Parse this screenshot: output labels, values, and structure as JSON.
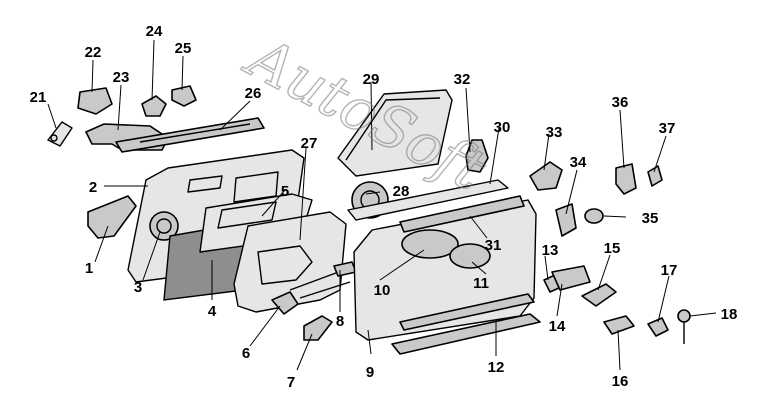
{
  "diagram": {
    "callouts": [
      "1",
      "2",
      "3",
      "4",
      "5",
      "6",
      "7",
      "8",
      "9",
      "10",
      "11",
      "12",
      "13",
      "14",
      "15",
      "16",
      "17",
      "18",
      "21",
      "22",
      "23",
      "24",
      "25",
      "26",
      "27",
      "28",
      "29",
      "30",
      "31",
      "32",
      "33",
      "34",
      "35",
      "36",
      "37"
    ]
  },
  "watermark": {
    "text": "AutoSoft"
  }
}
